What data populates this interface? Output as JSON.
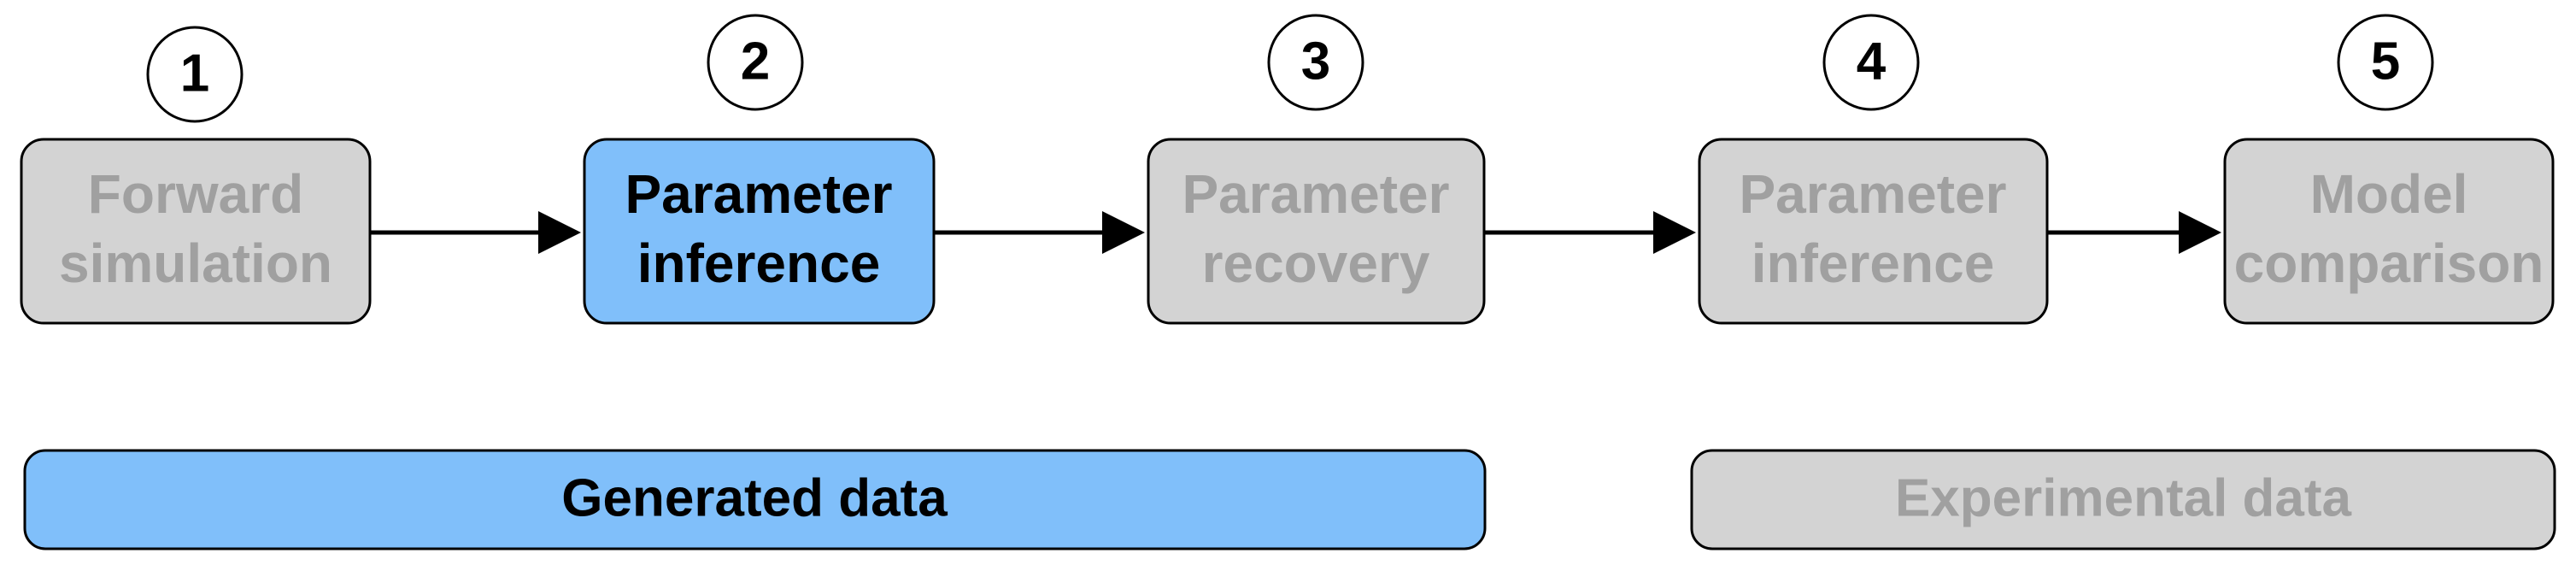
{
  "colors": {
    "active_fill": "#80bffa",
    "inactive_fill": "#d3d3d3",
    "active_text": "#000000",
    "inactive_text": "#a0a0a0",
    "outline": "#000000"
  },
  "steps": [
    {
      "number": "1",
      "line1": "Forward",
      "line2": "simulation",
      "state": "inactive"
    },
    {
      "number": "2",
      "line1": "Parameter",
      "line2": "inference",
      "state": "active"
    },
    {
      "number": "3",
      "line1": "Parameter",
      "line2": "recovery",
      "state": "inactive"
    },
    {
      "number": "4",
      "line1": "Parameter",
      "line2": "inference",
      "state": "inactive"
    },
    {
      "number": "5",
      "line1": "Model",
      "line2": "comparison",
      "state": "inactive"
    }
  ],
  "data_groups": [
    {
      "label": "Generated data",
      "state": "active"
    },
    {
      "label": "Experimental data",
      "state": "inactive"
    }
  ]
}
